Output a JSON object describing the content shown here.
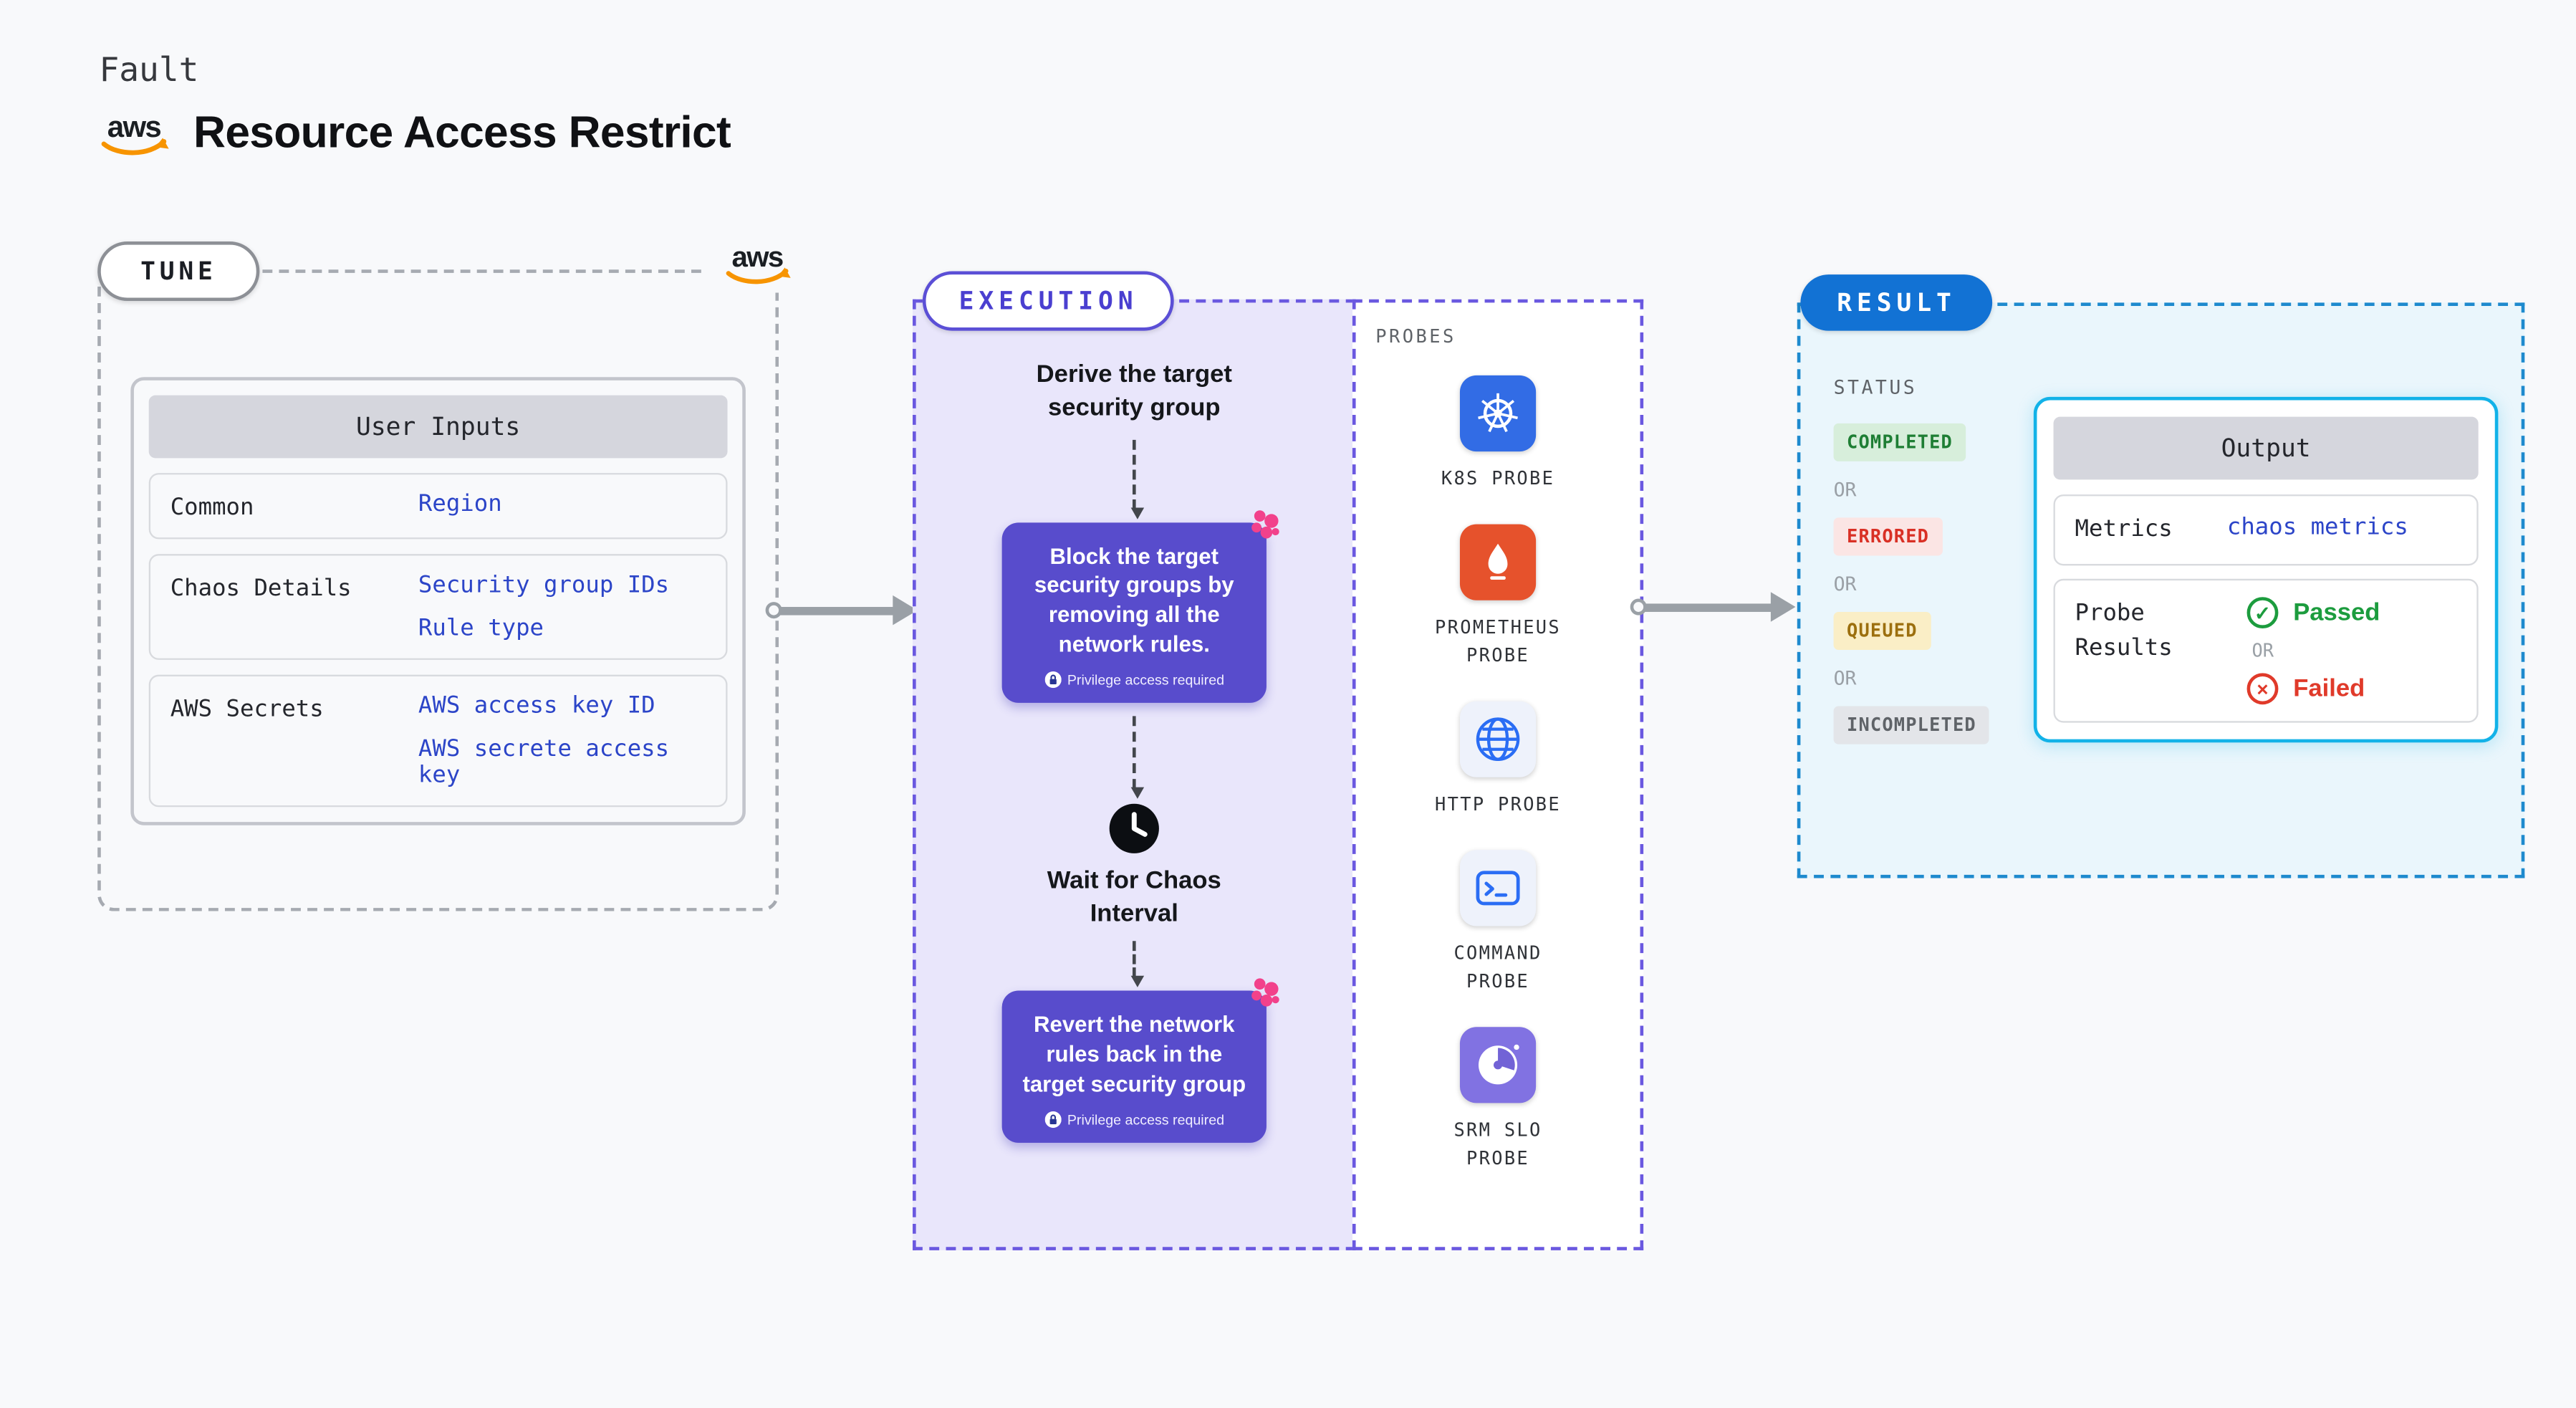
{
  "page": {
    "kicker": "Fault",
    "title": "Resource Access Restrict"
  },
  "logos": {
    "aws_text": "aws"
  },
  "tune": {
    "pill": "TUNE",
    "user_inputs": {
      "header": "User Inputs",
      "rows": [
        {
          "label": "Common",
          "values": [
            "Region"
          ]
        },
        {
          "label": "Chaos Details",
          "values": [
            "Security group IDs",
            "Rule type"
          ]
        },
        {
          "label": "AWS Secrets",
          "values": [
            "AWS access key ID",
            "AWS secrete access key"
          ]
        }
      ]
    }
  },
  "execution": {
    "pill": "EXECUTION",
    "derive_step": "Derive the target security group",
    "block_step": "Block the target security groups by removing all the network rules.",
    "wait_step": "Wait for Chaos Interval",
    "revert_step": "Revert the network rules back in the target security group",
    "privilege_note": "Privilege access required"
  },
  "probes": {
    "label": "PROBES",
    "items": [
      {
        "name": "K8S PROBE",
        "icon": "kubernetes-icon"
      },
      {
        "name": "PROMETHEUS PROBE",
        "icon": "prometheus-icon"
      },
      {
        "name": "HTTP PROBE",
        "icon": "globe-icon"
      },
      {
        "name": "COMMAND PROBE",
        "icon": "terminal-icon"
      },
      {
        "name": "SRM SLO PROBE",
        "icon": "gauge-icon"
      }
    ]
  },
  "result": {
    "pill": "RESULT",
    "status": {
      "label": "STATUS",
      "or": "OR",
      "badges": [
        {
          "text": "COMPLETED",
          "type": "completed"
        },
        {
          "text": "ERRORED",
          "type": "errored"
        },
        {
          "text": "QUEUED",
          "type": "queued"
        },
        {
          "text": "INCOMPLETED",
          "type": "incompleted"
        }
      ]
    },
    "output": {
      "header": "Output",
      "metrics_label": "Metrics",
      "metrics_value": "chaos metrics",
      "probe_results_label": "Probe Results",
      "passed": "Passed",
      "or": "OR",
      "failed": "Failed"
    }
  },
  "icons": {
    "check": "✓",
    "cross": "×"
  },
  "colors": {
    "action_purple": "#584ccc",
    "execution_bg": "#e9e6fb",
    "aws_orange": "#f79400",
    "result_blue": "#1272d4",
    "output_border": "#12b2e8",
    "completed_green": "#1e7e34",
    "errored_red": "#d93025",
    "queued_yellow": "#9c6f0e",
    "incompleted_gray": "#5f6368",
    "value_blue": "#2c45c8",
    "chaos_pink": "#f2418b"
  }
}
